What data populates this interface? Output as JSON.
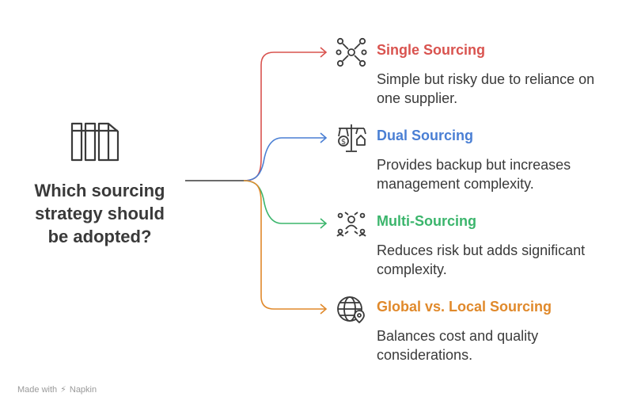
{
  "question": {
    "line1": "Which sourcing",
    "line2": "strategy should",
    "line3": "be adopted?"
  },
  "icons": {
    "central": "columns-panel-icon"
  },
  "items": [
    {
      "title": "Single Sourcing",
      "desc": "Simple but risky due to reliance on one supplier.",
      "color": "#d9534f",
      "icon": "network-nodes-icon"
    },
    {
      "title": "Dual Sourcing",
      "desc": "Provides backup but increases management complexity.",
      "color": "#4a7fd4",
      "icon": "scale-balance-icon"
    },
    {
      "title": "Multi-Sourcing",
      "desc": "Reduces risk but adds significant complexity.",
      "color": "#3bb56c",
      "icon": "people-network-icon"
    },
    {
      "title": "Global vs. Local Sourcing",
      "desc": "Balances cost and quality considerations.",
      "color": "#e0892b",
      "icon": "globe-location-icon"
    }
  ],
  "footer": {
    "text": "Made with",
    "brand": "Napkin"
  }
}
